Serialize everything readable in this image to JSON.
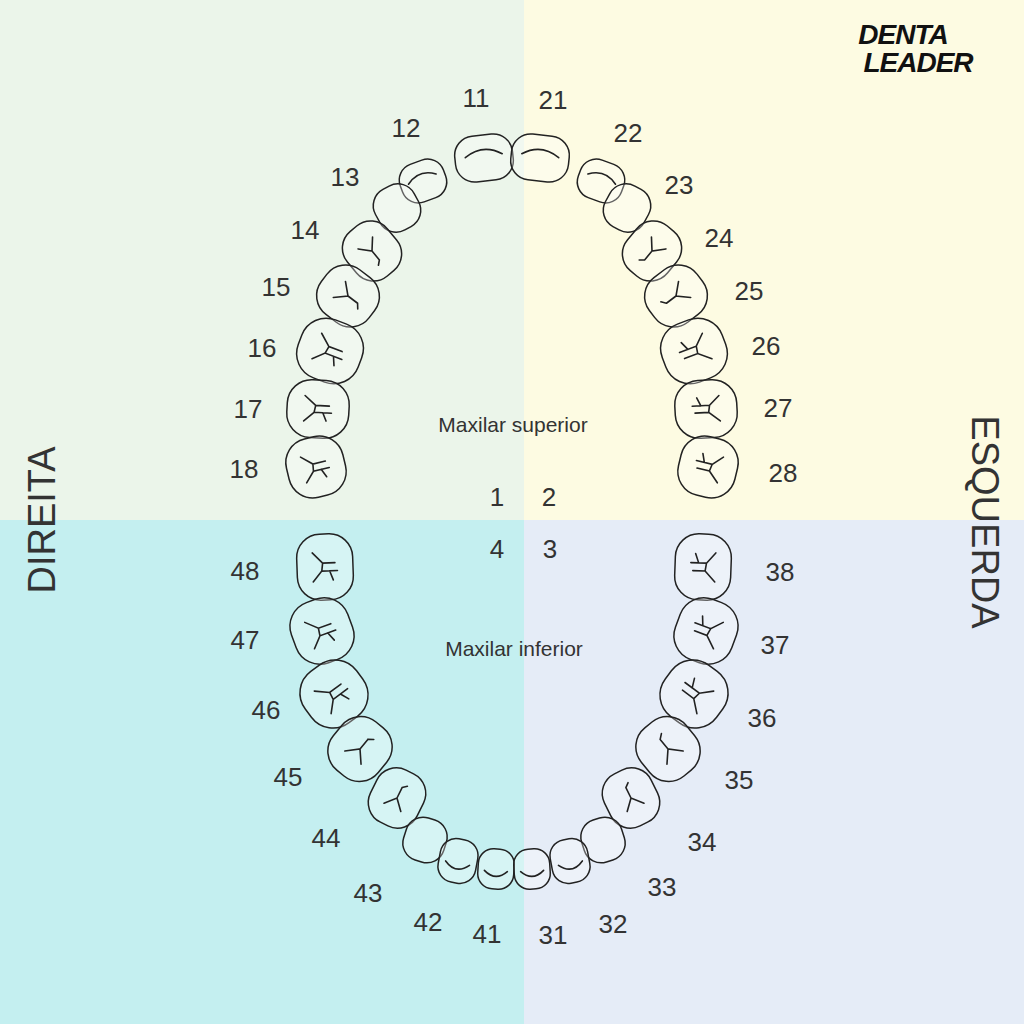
{
  "diagram": {
    "labels": [
      "DENTA",
      "LEADER",
      "11",
      "21",
      "12",
      "22",
      "13",
      "23",
      "14",
      "24",
      "15",
      "25",
      "16",
      "26",
      "17",
      "27",
      "18",
      "28",
      "Maxilar superior",
      "DIREITA",
      "ESQUERDA",
      "1",
      "2",
      "4",
      "3",
      "48",
      "38",
      "47",
      "37",
      "Maxilar inferior",
      "46",
      "36",
      "45",
      "35",
      "44",
      "34",
      "43",
      "33",
      "42",
      "32",
      "41",
      "31"
    ]
  }
}
